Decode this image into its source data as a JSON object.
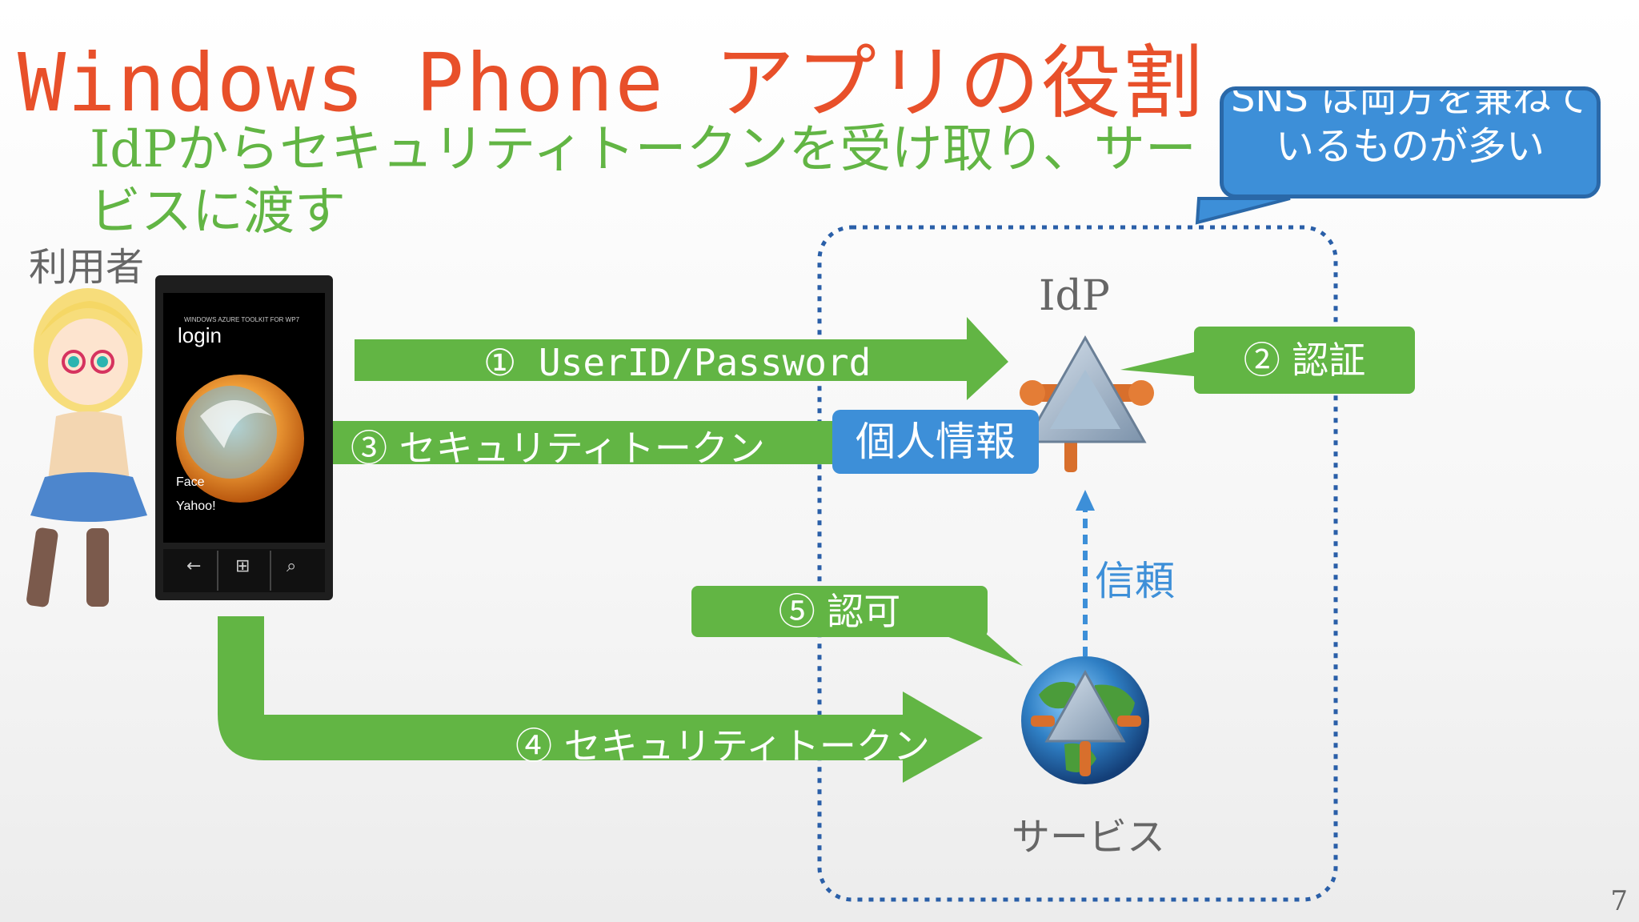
{
  "slide": {
    "title": "Windows Phone アプリの役割",
    "subtitle": "IdPからセキュリティトークンを受け取り、サービスに渡す",
    "page_number": "7"
  },
  "callout": {
    "text": "SNS は両方を兼ねているものが多い"
  },
  "actors": {
    "user_label": "利用者",
    "idp_label": "IdP",
    "service_label": "サービス"
  },
  "phone": {
    "screen_title": "login",
    "facebook_partial": "Face",
    "yahoo": "Yahoo!"
  },
  "steps": {
    "step1": "① UserID/Password",
    "step2": "② 認証",
    "step3": "③ セキュリティトークン",
    "step4": "④ セキュリティトークン",
    "step5": "⑤ 認可",
    "personal_info": "個人情報",
    "trust": "信頼"
  },
  "colors": {
    "title": "#e8502a",
    "green": "#62b544",
    "blue": "#3d8fd8",
    "dotted_border": "#2a5fa8"
  }
}
